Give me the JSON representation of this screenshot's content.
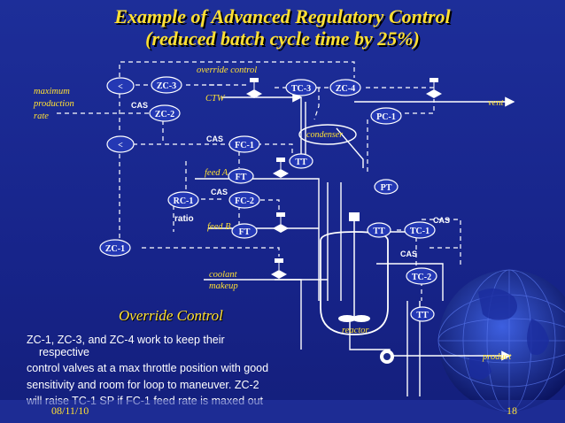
{
  "title": {
    "line1": "Example of Advanced Regulatory Control",
    "line2": "(reduced batch cycle time by 25%)"
  },
  "diagram": {
    "labels": {
      "max_prod_1": "maximum",
      "max_prod_2": "production",
      "max_prod_3": "rate",
      "override_control": "override control",
      "ctw": "CTW",
      "vent": "vent",
      "condenser": "condenser",
      "feed_a": "feed A",
      "feed_b": "feed B",
      "ratio": "ratio",
      "coolant_1": "coolant",
      "coolant_2": "makeup",
      "reactor": "reactor",
      "product": "product"
    },
    "cas": {
      "cas1": "CAS",
      "cas2": "CAS",
      "cas3": "CAS",
      "cas4": "CAS",
      "cas5": "CAS"
    },
    "nodes": {
      "lt1": "<",
      "lt2": "<",
      "zc3": "ZC-3",
      "zc2": "ZC-2",
      "zc1": "ZC-1",
      "zc4": "ZC-4",
      "tc3": "TC-3",
      "pc1": "PC-1",
      "fc1": "FC-1",
      "fc2": "FC-2",
      "rc1": "RC-1",
      "ft_a": "FT",
      "ft_b": "FT",
      "tt_cond": "TT",
      "pt": "PT",
      "tt_r": "TT",
      "tc1": "TC-1",
      "tc2": "TC-2",
      "tt_bot": "TT"
    }
  },
  "override": {
    "title": "Override Control",
    "p1a": "ZC-1, ZC-3, and ZC-4 work to keep their",
    "p1b": "respective",
    "p2": "control valves at a max throttle position with good",
    "p3": "sensitivity and room for loop to maneuver. ZC-2",
    "p4": "will raise TC-1 SP if FC-1 feed rate is maxed out"
  },
  "footer": {
    "date": "08/11/10",
    "page": "18"
  },
  "colors": {
    "background": "#1b2a8c",
    "title": "#ffe033",
    "node_fill": "#2438b4",
    "line": "#ffffff"
  }
}
